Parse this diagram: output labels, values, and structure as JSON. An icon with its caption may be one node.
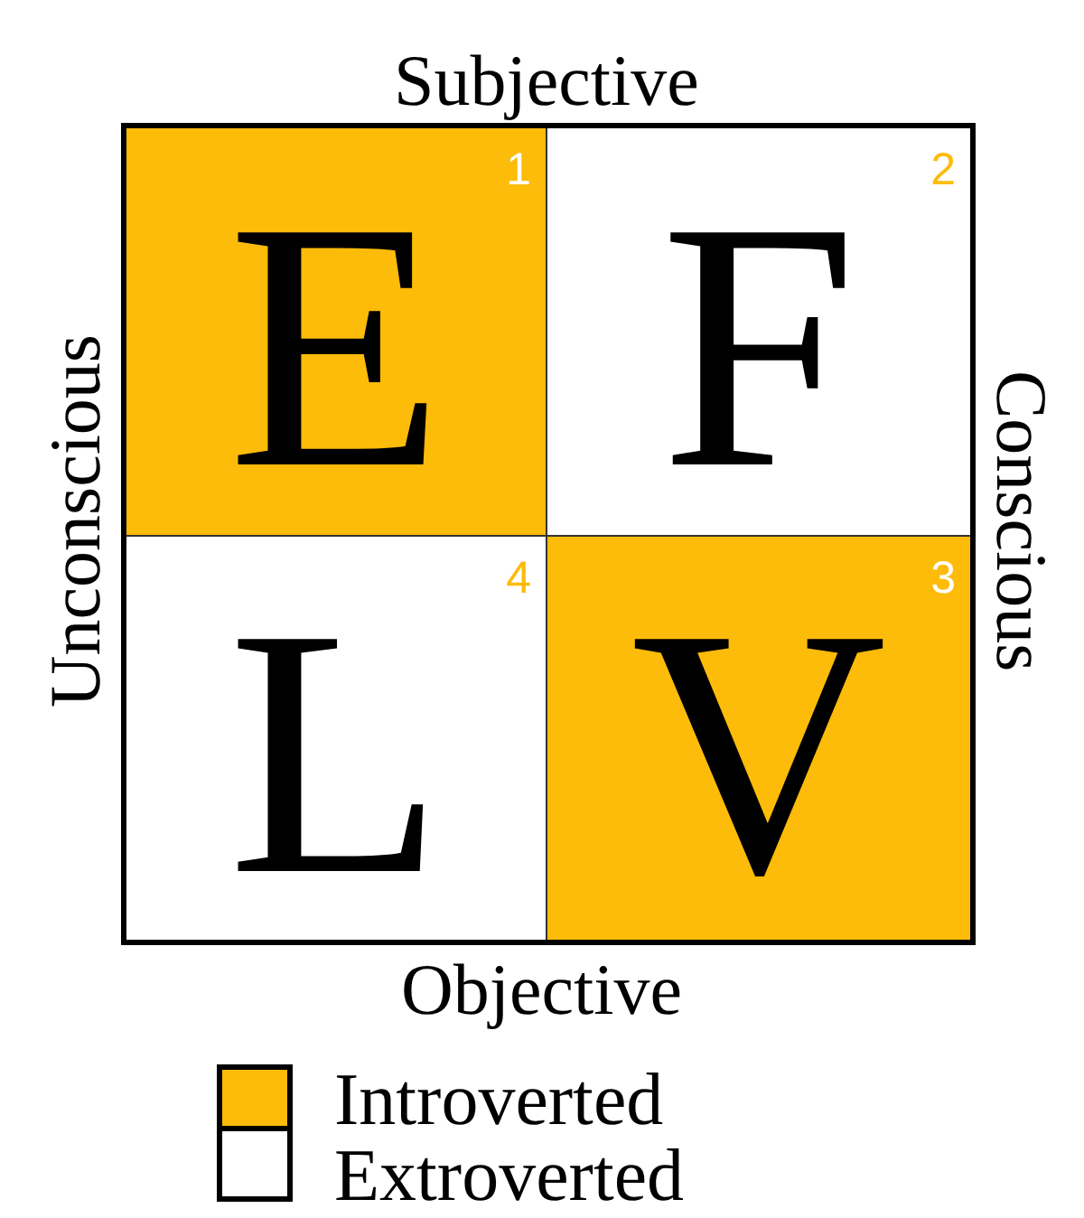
{
  "diagram": {
    "nodes": [
      {
        "text": [
          "E",
          "1"
        ]
      },
      {
        "text": [
          "F",
          "2"
        ]
      },
      {
        "text": [
          "L",
          "4"
        ]
      },
      {
        "text": [
          "V",
          "3"
        ]
      }
    ],
    "labels": [
      "Subjective",
      "Unconscious",
      "Conscious",
      "Objective"
    ],
    "legend": [
      {
        "text": "Introverted",
        "color": "#fdbb0a"
      },
      {
        "text": "Extroverted",
        "color": "#ffffff"
      }
    ]
  }
}
